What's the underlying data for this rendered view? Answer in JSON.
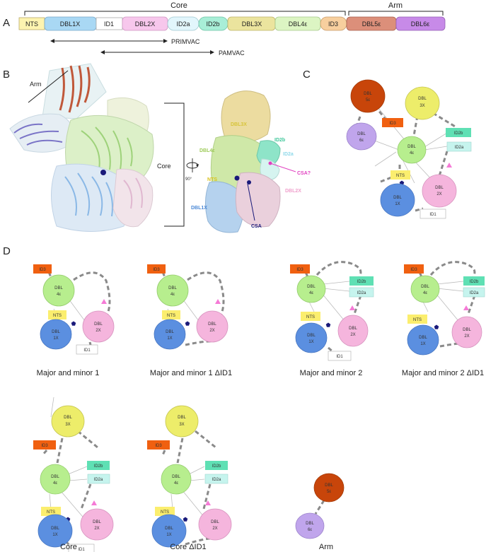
{
  "panels": {
    "a": "A",
    "b": "B",
    "c": "C",
    "d": "D"
  },
  "domain_bar": {
    "core_label": "Core",
    "arm_label": "Arm",
    "domains": {
      "nts": "NTS",
      "dbl1x": "DBL1X",
      "id1": "ID1",
      "dbl2x": "DBL2X",
      "id2a": "ID2a",
      "id2b": "ID2b",
      "dbl3x": "DBL3X",
      "dbl4e": "DBL4ε",
      "id3": "ID3",
      "dbl5e": "DBL5ε",
      "dbl6e": "DBL6ε"
    },
    "primvac": "PRIMVAC",
    "pamvac": "PAMVAC"
  },
  "structure": {
    "arm": "Arm",
    "core": "Core",
    "rotation": "90°",
    "labels": {
      "dbl3x": "DBL3X",
      "id2b": "ID2b",
      "dbl4e": "DBL4ε",
      "id2a": "ID2a",
      "nts": "NTS",
      "csa_q": "CSA?",
      "dbl2x": "DBL2X",
      "dbl1x": "DBL1X",
      "csa": "CSA"
    }
  },
  "schematic": {
    "dbl": "DBL",
    "x1": "1X",
    "x2": "2X",
    "x3": "3X",
    "e4": "4ε",
    "e5": "5ε",
    "e6": "6ε",
    "nts": "NTS",
    "id1": "ID1",
    "id2a": "ID2a",
    "id2b": "ID2b",
    "id3": "ID3"
  },
  "captions": {
    "major_minor_1": "Major and minor 1",
    "major_minor_1_did1": "Major and minor 1 ΔID1",
    "major_minor_2": "Major and minor 2",
    "major_minor_2_did1": "Major and minor 2 ΔID1",
    "core": "Core",
    "core_did1": "Core ΔID1",
    "arm": "Arm"
  },
  "colors": {
    "nts": "#fbee6e",
    "dbl1x": "#5b8fe0",
    "dbl1x_bar": "#a9d8f4",
    "id1": "#ffffff",
    "dbl2x": "#f5b5dd",
    "id2a": "#c6f4ee",
    "id2b": "#5fe0b4",
    "dbl3x": "#eded6a",
    "dbl3x_bar": "#ebe49e",
    "dbl4e": "#b7ee8e",
    "dbl4e_bar": "#dcf5c3",
    "id3": "#f06010",
    "id3_bar": "#f7cf9e",
    "dbl5e": "#c8450a",
    "dbl5e_bar": "#dc8f7a",
    "dbl6e": "#c0a5ec",
    "dbl6e_bar": "#c78ae8",
    "csa": "#1a1a7a",
    "csa_q": "#e040c0",
    "triangle": "#f57ad6"
  }
}
